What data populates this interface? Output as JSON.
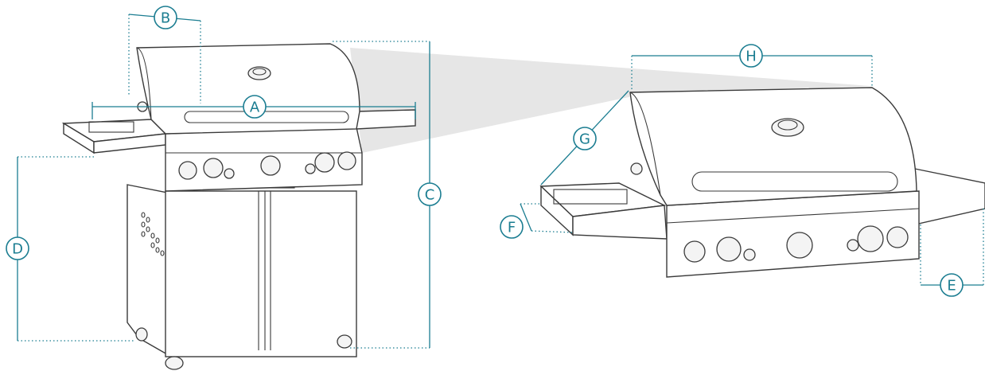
{
  "labels": {
    "a": "A",
    "b": "B",
    "c": "C",
    "d": "D",
    "e": "E",
    "f": "F",
    "g": "G",
    "h": "H"
  },
  "colors": {
    "dimension_line": "#1b7d91",
    "outline": "#3a3a3a",
    "projection_shading": "#e6e6e6"
  }
}
